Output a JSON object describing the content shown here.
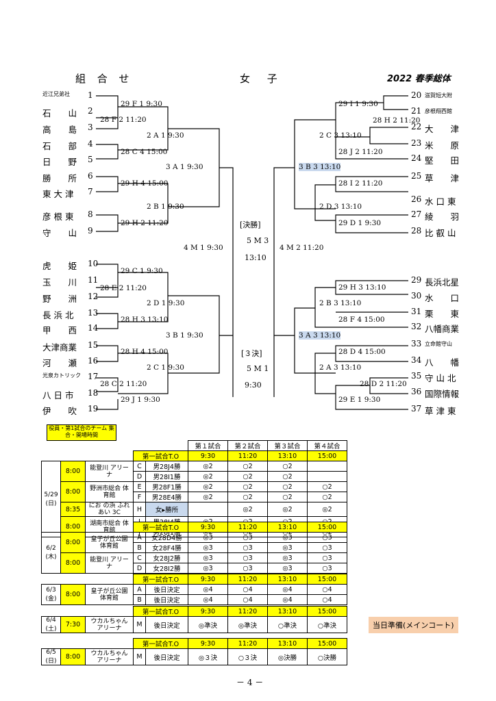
{
  "header": {
    "left": "組 合 せ",
    "center": "女 子",
    "right": "2022 春季総体"
  },
  "left_teams": [
    {
      "name": "近江兄弟社",
      "no": "1",
      "small": true
    },
    {
      "name": "石　　山",
      "no": "2"
    },
    {
      "name": "高　　島",
      "no": "3"
    },
    {
      "name": "石　　部",
      "no": "4"
    },
    {
      "name": "日　　野",
      "no": "5"
    },
    {
      "name": "勝　　所",
      "no": "6"
    },
    {
      "name": "東 大 津",
      "no": "7"
    },
    {
      "name": "彦 根 東",
      "no": "8"
    },
    {
      "name": "守　　山",
      "no": "9"
    },
    {
      "name": "虎　　姫",
      "no": "10"
    },
    {
      "name": "玉　　川",
      "no": "11"
    },
    {
      "name": "野　　洲",
      "no": "12"
    },
    {
      "name": "長 浜 北",
      "no": "13"
    },
    {
      "name": "甲　　西",
      "no": "14"
    },
    {
      "name": "大津商業",
      "no": "15"
    },
    {
      "name": "河　　瀬",
      "no": "16"
    },
    {
      "name": "光泉カトリック",
      "no": "17",
      "small": true
    },
    {
      "name": "八 日 市",
      "no": "18"
    },
    {
      "name": "伊　　吹",
      "no": "19"
    }
  ],
  "right_teams": [
    {
      "no": "20",
      "name": "滋賀短大附",
      "small": true
    },
    {
      "no": "21",
      "name": "彦根翔西館",
      "small": true
    },
    {
      "no": "22",
      "name": "大　　津"
    },
    {
      "no": "23",
      "name": "米　　原"
    },
    {
      "no": "24",
      "name": "堅　　田"
    },
    {
      "no": "25",
      "name": "草　　津"
    },
    {
      "no": "26",
      "name": "水 口 東"
    },
    {
      "no": "27",
      "name": "綾　　羽"
    },
    {
      "no": "28",
      "name": "比 叡 山"
    },
    {
      "no": "29",
      "name": "長浜北星"
    },
    {
      "no": "30",
      "name": "水　　口"
    },
    {
      "no": "31",
      "name": "栗　　東"
    },
    {
      "no": "32",
      "name": "八幡商業"
    },
    {
      "no": "33",
      "name": "立命館守山",
      "small": true
    },
    {
      "no": "34",
      "name": "八　　幡"
    },
    {
      "no": "35",
      "name": "守 山 北"
    },
    {
      "no": "36",
      "name": "国際情報"
    },
    {
      "no": "37",
      "name": "草 津 東"
    }
  ],
  "left_matches": [
    "29 F 1 9:30",
    "28 F 2 11:20",
    "2 A 1 9:30",
    "28 C 4 15:00",
    "3 A 1 9:30",
    "29 H 4 15:00",
    "2 B 1 9:30",
    "29 H 2 11:20",
    "4 M 1 9:30",
    "29 C 1 9:30",
    "28 E 2 11:20",
    "2 D 1 9:30",
    "28 H 3 13:10",
    "3 B 1 9:30",
    "28 H 4 15:00",
    "2 C 1 9:30",
    "28 C 2 11:20",
    "29 J 1 9:30"
  ],
  "right_matches": [
    "29 I 1 9:30",
    "28 H 2 11:20",
    "2 C 3 13:10",
    "28 J 2 11:20",
    "3 B 3 13:10",
    "28 I 2 11:20",
    "2 D 3 13:10",
    "29 D 1 9:30",
    "4 M 2 11:20",
    "29 H 3 13:10",
    "2 B 3 13:10",
    "28 F 4 15:00",
    "3 A 3 13:10",
    "28 D 4 15:00",
    "2 A 3 13:10",
    "28 D 2 11:20",
    "29 E 1 9:30"
  ],
  "final": {
    "label": "[決勝]",
    "match": "5 M 3",
    "time": "13:10"
  },
  "third": {
    "label": "[３決]",
    "match": "5 M 1",
    "time": "9:30"
  },
  "notice": "役員・第1試合のチーム 集合・開場時間",
  "table1": {
    "cols": [
      "第１試合",
      "第２試合",
      "第３試合",
      "第４試合"
    ],
    "start_label": "第一試合T.O",
    "times": [
      "9:30",
      "11:20",
      "13:10",
      "15:00"
    ],
    "date": "5/29 (日)",
    "rows": [
      {
        "t": "8:00",
        "venue": "能登川 アリーナ",
        "c": "C",
        "m": "男28J4勝",
        "r": [
          "◎2",
          "○2",
          "○2",
          ""
        ]
      },
      {
        "t": "",
        "venue": "",
        "c": "D",
        "m": "男28I1勝",
        "r": [
          "◎2",
          "○2",
          "○2",
          ""
        ]
      },
      {
        "t": "8:00",
        "venue": "野洲市総合 体育館",
        "c": "E",
        "m": "男28F1勝",
        "r": [
          "◎2",
          "○2",
          "○2",
          "○2"
        ]
      },
      {
        "t": "",
        "venue": "",
        "c": "F",
        "m": "男28E4勝",
        "r": [
          "◎2",
          "○2",
          "○2",
          "○2"
        ]
      },
      {
        "t": "8:35",
        "venue": "にお の浜 ふれあい 3C",
        "c": "H",
        "m": "女▸勝所",
        "r": [
          "",
          "◎2",
          "◎2",
          "◎2"
        ]
      },
      {
        "t": "8:00",
        "venue": "湖南市総合 体育館",
        "c": "I",
        "m": "男28I4勝",
        "r": [
          "◎2",
          "○2",
          "○2",
          "○2"
        ]
      },
      {
        "t": "",
        "venue": "",
        "c": "J",
        "m": "男28J1勝",
        "r": [
          "◎2",
          "○2",
          "○2",
          "○2"
        ]
      }
    ]
  },
  "table2": {
    "start_label": "第一試合T.O",
    "times": [
      "9:30",
      "11:20",
      "13:10",
      "15:00"
    ],
    "date": "6/2 (木)",
    "rows": [
      {
        "t": "8:00",
        "venue": "皇子が丘公園 体育館",
        "c": "A",
        "m": "女28D4勝",
        "r": [
          "◎3",
          "○3",
          "◎3",
          "○3"
        ]
      },
      {
        "t": "",
        "venue": "",
        "c": "B",
        "m": "女28F4勝",
        "r": [
          "◎3",
          "○3",
          "◎3",
          "○3"
        ]
      },
      {
        "t": "8:00",
        "venue": "能登川 アリーナ",
        "c": "C",
        "m": "女28J2勝",
        "r": [
          "◎3",
          "○3",
          "◎3",
          "○3"
        ]
      },
      {
        "t": "",
        "venue": "",
        "c": "D",
        "m": "女28I2勝",
        "r": [
          "◎3",
          "○3",
          "◎3",
          "○3"
        ]
      }
    ]
  },
  "table3": {
    "start_label": "第一試合T.O",
    "times": [
      "9:30",
      "11:20",
      "13:10",
      "15:00"
    ],
    "date": "6/3 (金)",
    "rows": [
      {
        "t": "8:00",
        "venue": "皇子が丘公園 体育館",
        "c": "A",
        "m": "後日決定",
        "r": [
          "◎4",
          "○4",
          "◎4",
          "○4"
        ]
      },
      {
        "t": "",
        "venue": "",
        "c": "B",
        "m": "後日決定",
        "r": [
          "◎4",
          "○4",
          "◎4",
          "○4"
        ]
      }
    ]
  },
  "table4": {
    "start_label": "第一試合T.O",
    "times": [
      "9:30",
      "11:20",
      "13:10",
      "15:00"
    ],
    "date": "6/4 (土)",
    "rows": [
      {
        "t": "7:30",
        "venue": "ウカルちゃん アリーナ",
        "c": "M",
        "m": "後日決定",
        "r": [
          "◎準決",
          "◎準決",
          "○準決",
          "○準決"
        ]
      }
    ],
    "note": "当日準備(メインコート)"
  },
  "table5": {
    "start_label": "第一試合T.O",
    "times": [
      "9:30",
      "11:20",
      "13:10",
      "15:00"
    ],
    "date": "6/5 (日)",
    "rows": [
      {
        "t": "8:00",
        "venue": "ウカルちゃん アリーナ",
        "c": "M",
        "m": "後日決定",
        "r": [
          "◎３決",
          "○３決",
          "◎決勝",
          "○決勝"
        ]
      }
    ]
  },
  "footer": "－ 4 －"
}
